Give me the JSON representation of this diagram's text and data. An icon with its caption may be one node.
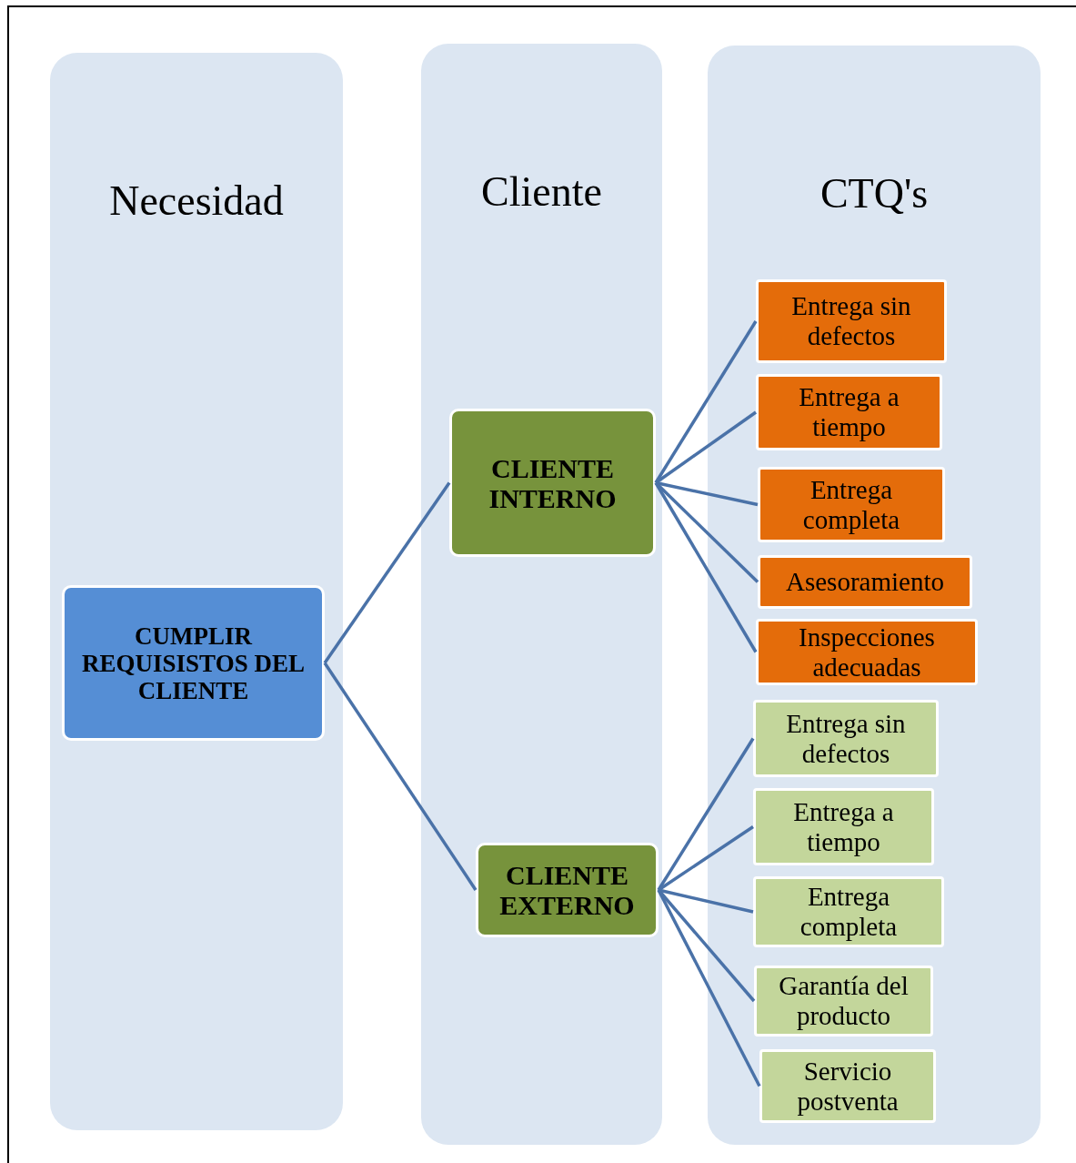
{
  "diagram": {
    "nodes": [
      {
        "text": [
          "Necesidad"
        ]
      },
      {
        "text": [
          "Cliente"
        ]
      },
      {
        "text": [
          "CTQ's"
        ]
      },
      {
        "text": [
          "CUMPLIR REQUISISTOS DEL CLIENTE"
        ],
        "in": 0
      },
      {
        "text": [
          "CLIENTE INTERNO"
        ],
        "in": 1
      },
      {
        "text": [
          "CLIENTE EXTERNO"
        ],
        "in": 1
      },
      {
        "text": [
          "Entrega sin defectos"
        ],
        "in": 2
      },
      {
        "text": [
          "Entrega a tiempo"
        ],
        "in": 2
      },
      {
        "text": [
          "Entrega completa"
        ],
        "in": 2
      },
      {
        "text": [
          "Asesoramiento"
        ],
        "in": 2
      },
      {
        "text": [
          "Inspecciones adecuadas"
        ],
        "in": 2
      },
      {
        "text": [
          "Entrega sin defectos"
        ],
        "in": 2
      },
      {
        "text": [
          "Entrega a tiempo"
        ],
        "in": 2
      },
      {
        "text": [
          "Entrega completa"
        ],
        "in": 2
      },
      {
        "text": [
          "Garantía del producto"
        ],
        "in": 2
      },
      {
        "text": [
          "Servicio postventa"
        ],
        "in": 2
      }
    ],
    "edges": [
      {
        "from": 3,
        "to": 4,
        "arrow": "none"
      },
      {
        "from": 3,
        "to": 5,
        "arrow": "none"
      },
      {
        "from": 4,
        "to": 6,
        "arrow": "none"
      },
      {
        "from": 4,
        "to": 7,
        "arrow": "none"
      },
      {
        "from": 4,
        "to": 8,
        "arrow": "none"
      },
      {
        "from": 4,
        "to": 9,
        "arrow": "none"
      },
      {
        "from": 4,
        "to": 10,
        "arrow": "none"
      },
      {
        "from": 5,
        "to": 11,
        "arrow": "none"
      },
      {
        "from": 5,
        "to": 12,
        "arrow": "none"
      },
      {
        "from": 5,
        "to": 13,
        "arrow": "none"
      },
      {
        "from": 5,
        "to": 14,
        "arrow": "none"
      },
      {
        "from": 5,
        "to": 15,
        "arrow": "none"
      }
    ]
  }
}
